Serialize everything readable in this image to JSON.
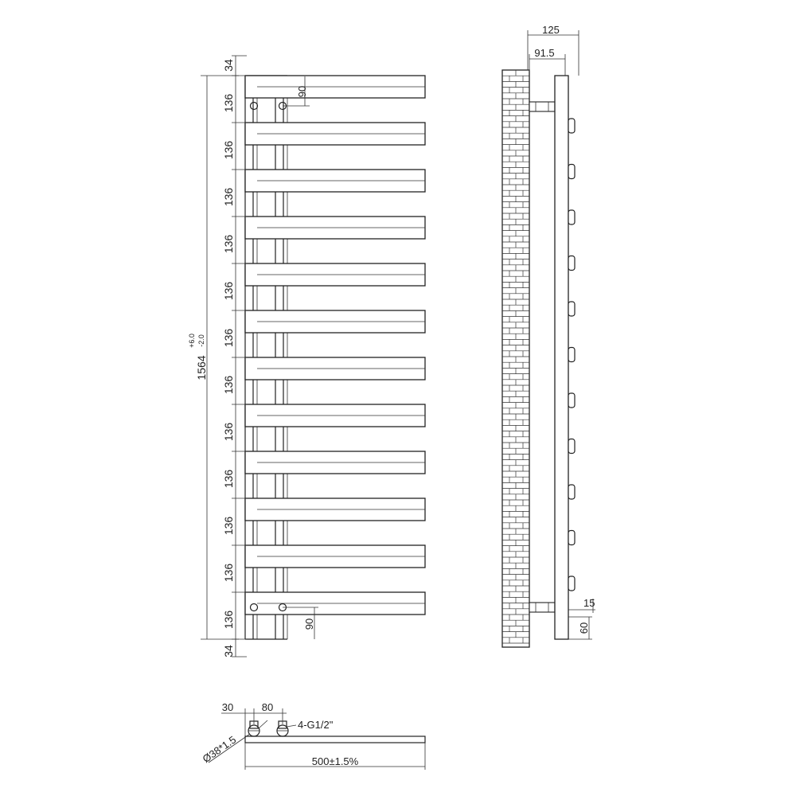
{
  "front_view": {
    "total_height": "1564",
    "height_tolerance_plus": "+6.0",
    "height_tolerance_minus": "-2.0",
    "end_margin": "34",
    "bar_pitch": "136",
    "bar_count": 12,
    "valve_offset": "90"
  },
  "side_view": {
    "depth": "125",
    "depth_to_bar": "91.5",
    "bracket_small": "15",
    "bracket_height": "60",
    "fin_count": 11
  },
  "bottom_view": {
    "dim_left": "30",
    "dim_center": "80",
    "pipe_spec": "4-G1/2\"",
    "pipe_diameter": "Ø38*1.5",
    "width": "500±1.5%"
  }
}
